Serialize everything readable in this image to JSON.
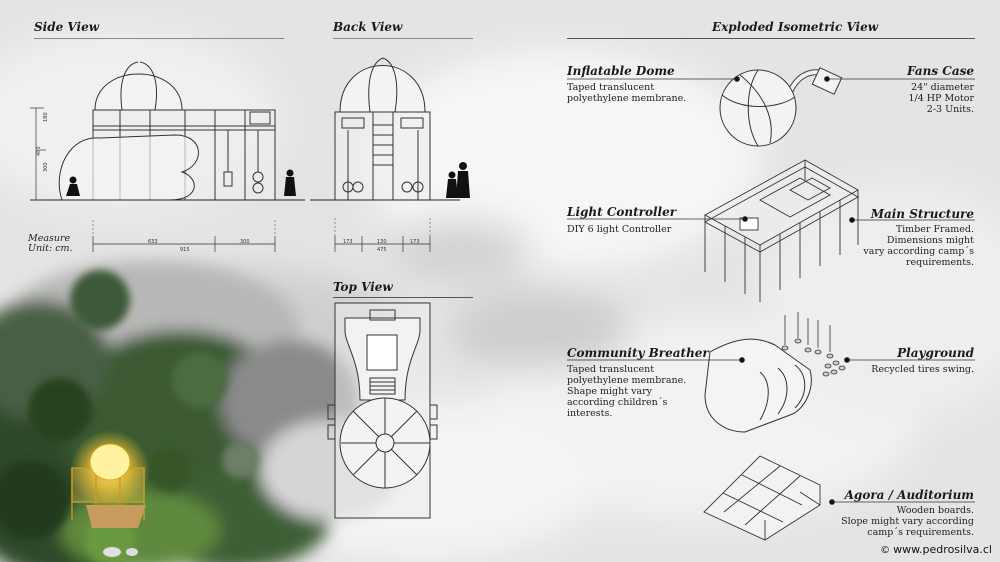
{
  "sections": {
    "side": "Side View",
    "back": "Back View",
    "top": "Top View",
    "exploded": "Exploded Isometric View"
  },
  "measure": {
    "line1": "Measure",
    "line2": "Unit: cm."
  },
  "dimensions": {
    "side_width_a": "633",
    "side_width_b": "300",
    "side_total": "915",
    "side_height_total": "480",
    "side_height_top": "180",
    "side_height_base": "300",
    "back_left": "173",
    "back_mid": "130",
    "back_right": "173",
    "back_total": "475"
  },
  "components": {
    "dome": {
      "title": "Inflatable Dome",
      "desc": "Taped translucent\npolyethylene membrane."
    },
    "fans": {
      "title": "Fans Case",
      "desc": "24\" diameter\n1/4 HP Motor\n2-3 Units."
    },
    "light": {
      "title": "Light Controller",
      "desc": "DIY 6 light Controller"
    },
    "structure": {
      "title": "Main Structure",
      "desc": "Timber Framed.\nDimensions might\nvary according camp´s\nrequirements."
    },
    "breather": {
      "title": "Community Breather",
      "desc": "Taped translucent\npolyethylene membrane.\nShape might vary\naccording children´s\ninterests."
    },
    "playground": {
      "title": "Playground",
      "desc": "Recycled tires swing."
    },
    "agora": {
      "title": "Agora / Auditorium",
      "desc": "Wooden boards.\nSlope might vary according\ncamp´s requirements."
    }
  },
  "credit": "www.pedrosilva.cl",
  "credit_symbol": "©"
}
